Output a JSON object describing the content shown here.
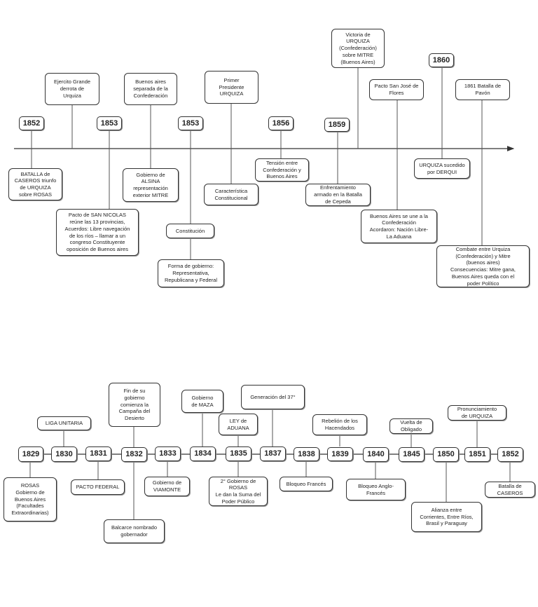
{
  "timeline1": {
    "years": {
      "y1852": "1852",
      "y1853a": "1853",
      "y1853b": "1853",
      "y1856": "1856",
      "y1859": "1859",
      "y1860": "1860"
    },
    "notes": {
      "caseros": "BATALLA de\nCASEROS triunfo\nde URQUIZA\nsobre ROSAS",
      "ejercito": "Ejercito Grande\nderrota de\nUrquiza",
      "pacto_san_nicolas": "Pacto de SAN NICOLAS\nreúne las 13 provincias,\nAcuerdos: Libre navegación\nde los ríos – llamar a un\ncongreso Constituyente\noposición de Buenos aires",
      "bsas_separada": "Buenos aires\nseparada de la\nConfederación",
      "gobierno_alsina": "Gobierno de\nALSINA\nrepresentación\nexterior MITRE",
      "constitucion": "Constitución",
      "forma_gobierno": "Forma de gobierno:\nRepresentativa,\nRepublicana y Federal",
      "primer_presidente": "Primer\nPresidente\nURQUIZA",
      "caracteristica": "Característica\nConstitucional",
      "tension": "Tensión entre\nConfederación y\nBuenos Aires",
      "enfrentamiento": "Enfrentamiento\narmado en la Batalla\nde Cepeda",
      "victoria": "Victoria de\nURQUIZA\n(Confederación)\nsobre MITRE\n(Buenos Aires)",
      "pacto_flores": "Pacto San José de\nFlores",
      "bsas_une": "Buenos Aires se une a la\nConfederación\nAcordaron: Nación Libre-\nLa Aduana",
      "urquiza_derqui": "URQUIZA sucedido\npor DERQUI",
      "pavon": "1861 Batalla de\nPavón",
      "combate": "Combate entre Urquiza\n(Confederación) y Mitre\n(buenos aires)\nConsecuencias: Mitre gana,\nBuenos Aires queda con el\npoder Político"
    }
  },
  "timeline2": {
    "years": {
      "y1829": "1829",
      "y1830": "1830",
      "y1831": "1831",
      "y1832": "1832",
      "y1833": "1833",
      "y1834": "1834",
      "y1835": "1835",
      "y1837": "1837",
      "y1838": "1838",
      "y1839": "1839",
      "y1840": "1840",
      "y1845": "1845",
      "y1850": "1850",
      "y1851": "1851",
      "y1852": "1852"
    },
    "notes": {
      "rosas_gobierno": "ROSAS\nGobierno de\nBuenos Aires\n(Facultades\nExtraordinarias)",
      "liga_unitaria": "LIGA UNITARIA",
      "pacto_federal": "PACTO FEDERAL",
      "fin_gobierno": "Fin de su\ngobierno\ncomienza la\nCampaña del\nDesierto",
      "balcarce": "Balcarce nombrado\ngobernador",
      "viamonte": "Gobierno de\nVIAMONTE",
      "maza": "Gobierno\nde MAZA",
      "ley_aduana": "LEY de\nADUANA",
      "segundo_gobierno": "2° Gobierno de\nROSAS\nLe dan la Suma del\nPoder Público",
      "generacion": "Generación del 37°",
      "bloqueo_frances": "Bloqueo Francés",
      "rebelion": "Rebelión de los\nHacendados",
      "bloqueo_anglo": "Bloqueo Anglo-\nFrancés",
      "vuelta": "Vuelta de\nObligado",
      "alianza": "Alianza entre\nCorrientes, Entre Ríos,\nBrasil y Paraguay",
      "pronunciamiento": "Pronunciamiento\nde URQUIZA",
      "batalla_caseros": "Batalla de\nCASEROS"
    }
  }
}
